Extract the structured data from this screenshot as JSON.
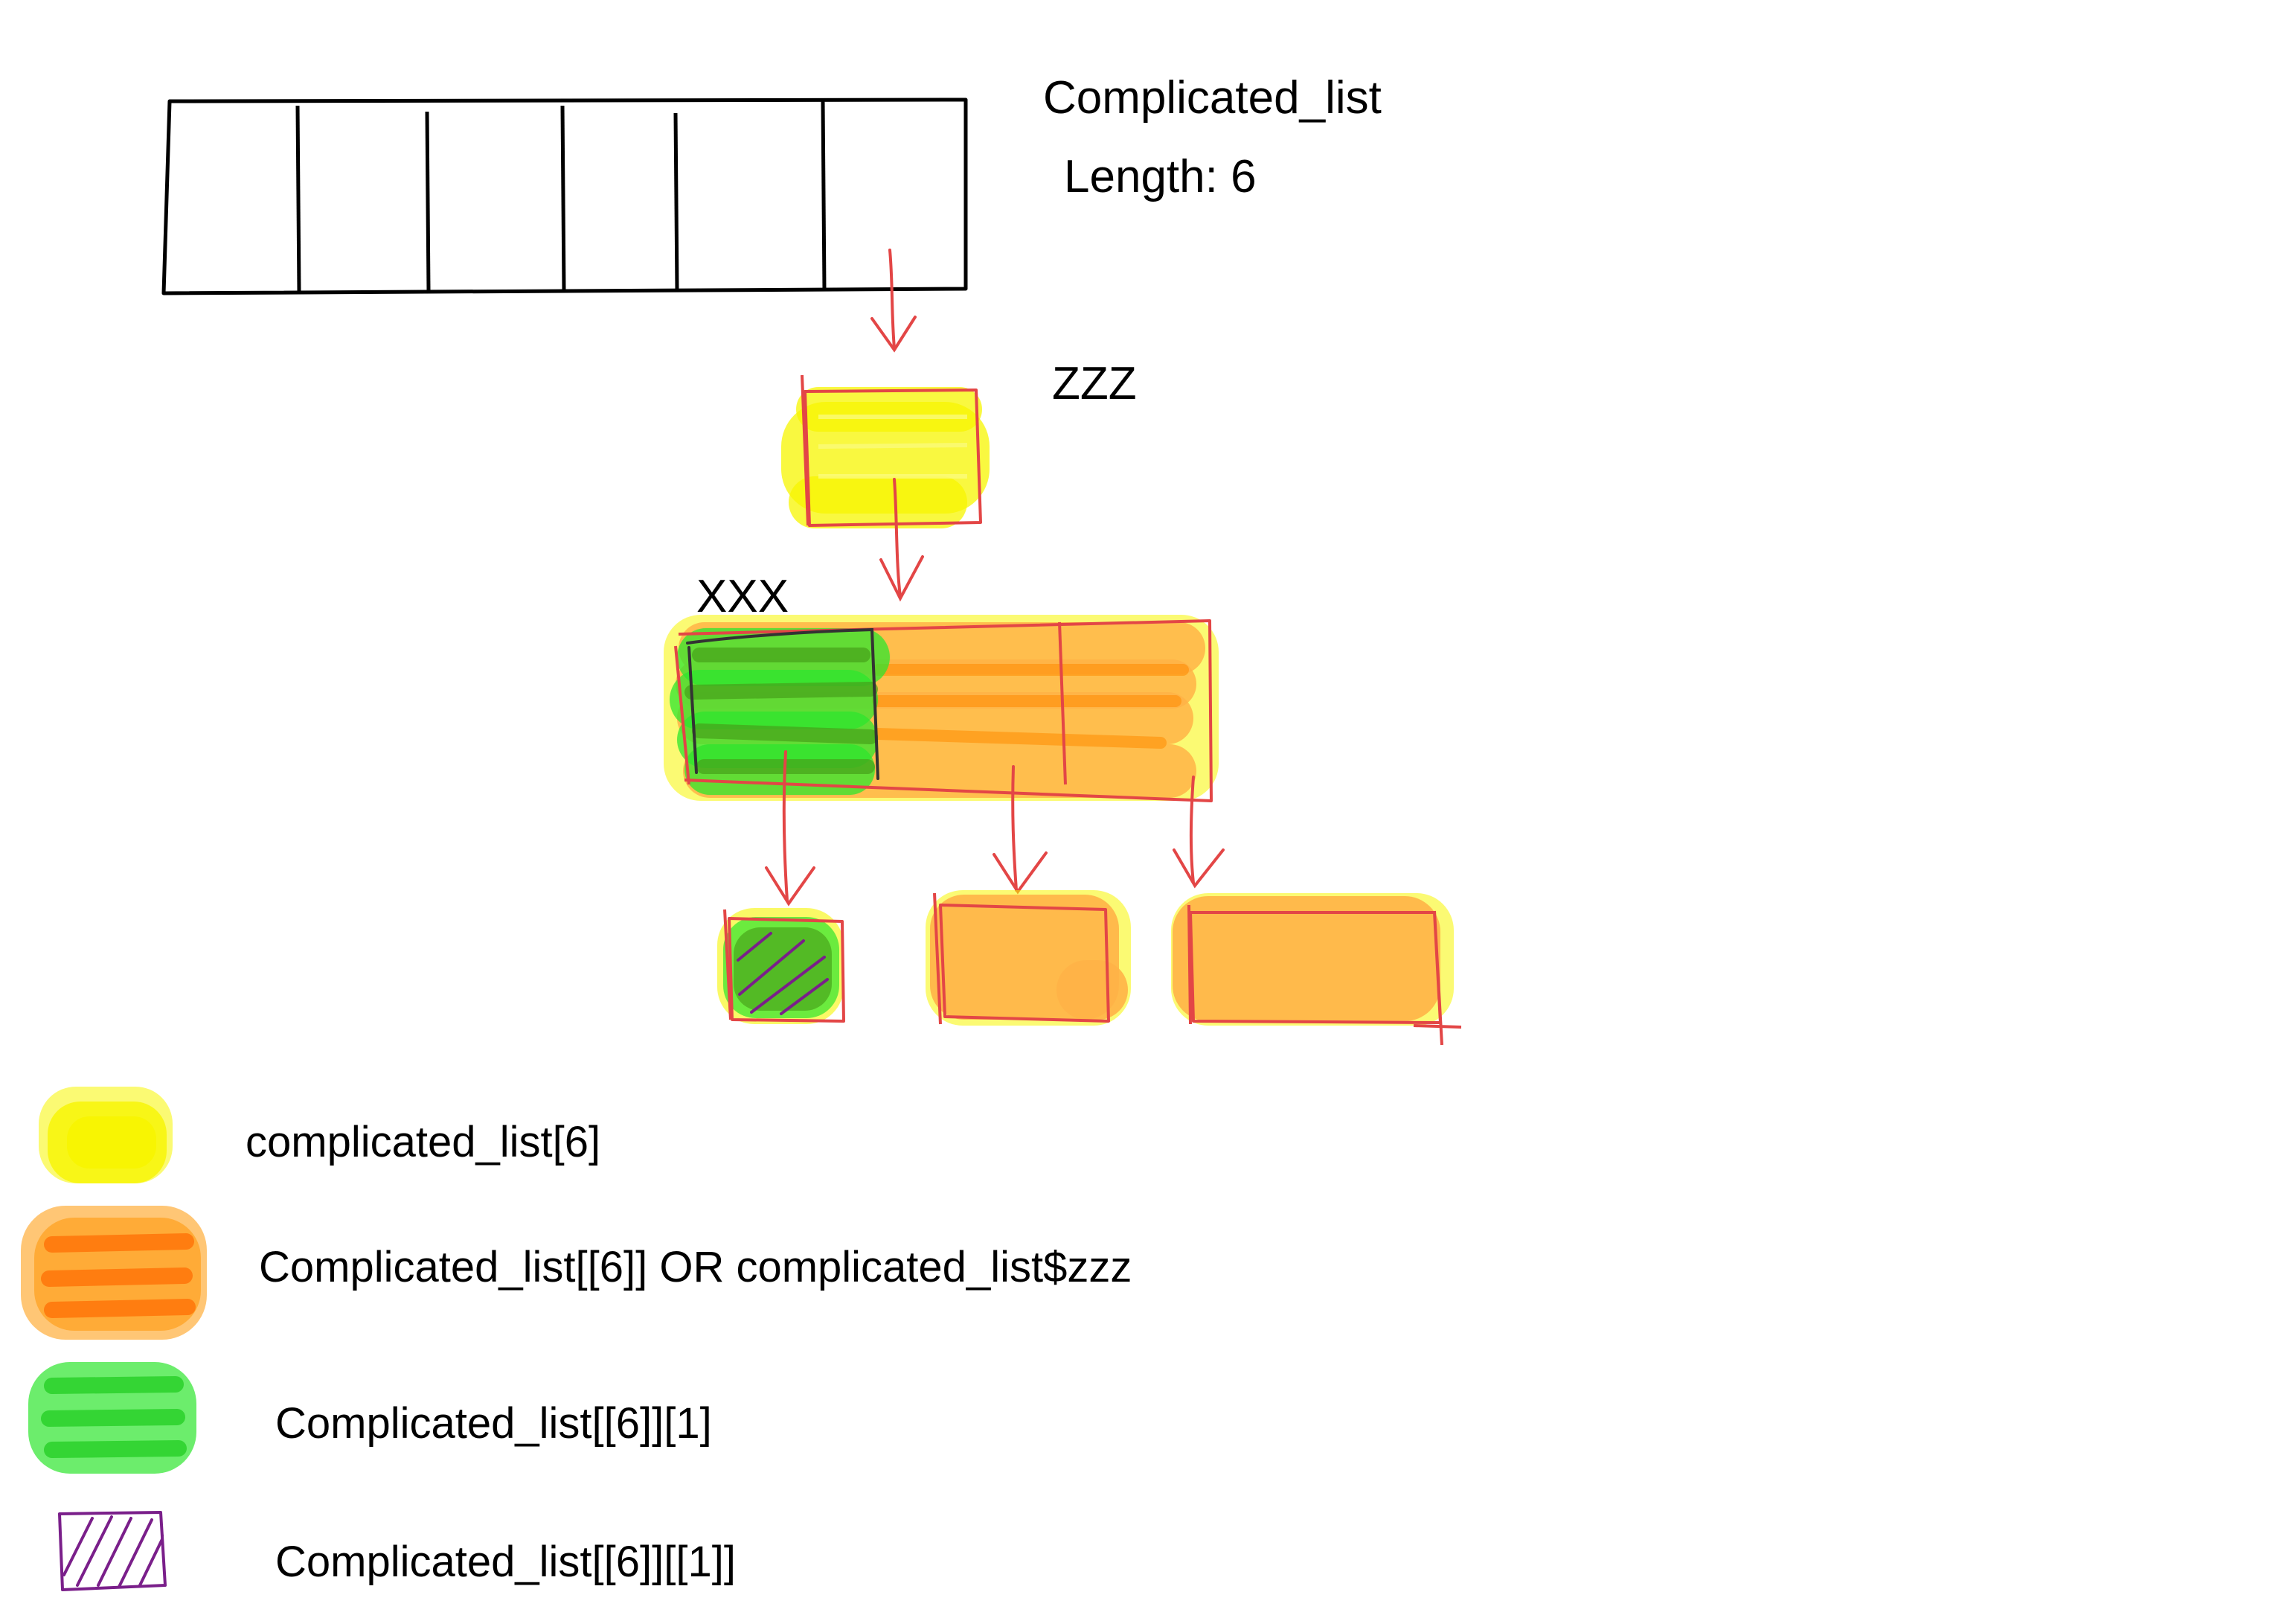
{
  "diagram": {
    "list_title": "Complicated_list",
    "list_length": "Length: 6",
    "list_cell_count": 6,
    "zzz_label": "ZZZ",
    "xxx_label": "XXX"
  },
  "colors": {
    "outline": "#000000",
    "pen": "#e34646",
    "yellow": "#f7f500",
    "orange": "#ff9f1c",
    "orange_light": "#ffb347",
    "green": "#2ee62e",
    "green_dark": "#46a019",
    "purple": "#7a1f8a"
  },
  "legend": [
    {
      "swatch": "yellow-highlight",
      "label": "complicated_list[6]"
    },
    {
      "swatch": "orange-highlight",
      "label": "Complicated_list[[6]] OR complicated_list$zzz"
    },
    {
      "swatch": "green-highlight",
      "label": "Complicated_list[[6]][1]"
    },
    {
      "swatch": "purple-hatch",
      "label": "Complicated_list[[6]][[1]]"
    }
  ]
}
